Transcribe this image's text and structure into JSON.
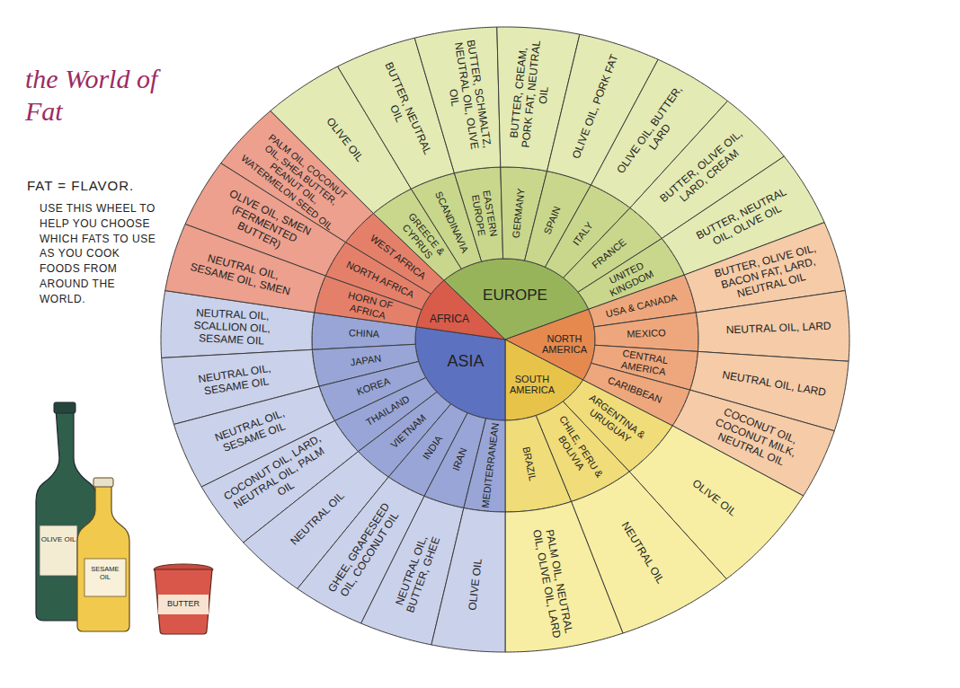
{
  "diagram": {
    "title": "the World of Fat",
    "nodes": [
      {
        "text": [
          "EUROPE"
        ]
      },
      {
        "text": [
          "GREECE & CYPRUS"
        ]
      },
      {
        "text": [
          "OLIVE OIL"
        ]
      },
      {
        "text": [
          "SCANDINAVIA"
        ]
      },
      {
        "text": [
          "BUTTER, NEUTRAL OIL"
        ]
      },
      {
        "text": [
          "EASTERN EUROPE"
        ]
      },
      {
        "text": [
          "BUTTER, SCHMALTZ, NEUTRAL OIL, OLIVE OIL"
        ]
      },
      {
        "text": [
          "GERMANY"
        ]
      },
      {
        "text": [
          "BUTTER, CREAM, PORK FAT, NEUTRAL OIL"
        ]
      },
      {
        "text": [
          "SPAIN"
        ]
      },
      {
        "text": [
          "OLIVE OIL, PORK FAT"
        ]
      },
      {
        "text": [
          "ITALY"
        ]
      },
      {
        "text": [
          "OLIVE OIL, BUTTER, LARD"
        ]
      },
      {
        "text": [
          "FRANCE"
        ]
      },
      {
        "text": [
          "BUTTER, OLIVE OIL, LARD, CREAM"
        ]
      },
      {
        "text": [
          "UNITED KINGDOM"
        ]
      },
      {
        "text": [
          "BUTTER, NEUTRAL OIL, OLIVE OIL"
        ]
      },
      {
        "text": [
          "NORTH AMERICA"
        ]
      },
      {
        "text": [
          "USA & CANADA"
        ]
      },
      {
        "text": [
          "BUTTER, OLIVE OIL, BACON FAT, LARD, NEUTRAL OIL"
        ]
      },
      {
        "text": [
          "MEXICO"
        ]
      },
      {
        "text": [
          "NEUTRAL OIL, LARD"
        ]
      },
      {
        "text": [
          "CENTRAL AMERICA"
        ]
      },
      {
        "text": [
          "NEUTRAL OIL, LARD"
        ]
      },
      {
        "text": [
          "CARIBBEAN"
        ]
      },
      {
        "text": [
          "COCONUT OIL, COCONUT MILK, NEUTRAL OIL"
        ]
      },
      {
        "text": [
          "SOUTH AMERICA"
        ]
      },
      {
        "text": [
          "ARGENTINA & URUGUAY"
        ]
      },
      {
        "text": [
          "OLIVE OIL"
        ]
      },
      {
        "text": [
          "CHILE, PERU & BOLIVIA"
        ]
      },
      {
        "text": [
          "NEUTRAL OIL"
        ]
      },
      {
        "text": [
          "BRAZIL"
        ]
      },
      {
        "text": [
          "PALM OIL, NEUTRAL OIL, OLIVE OIL, LARD"
        ]
      },
      {
        "text": [
          "ASIA"
        ]
      },
      {
        "text": [
          "CHINA"
        ]
      },
      {
        "text": [
          "NEUTRAL OIL, SCALLION OIL, SESAME OIL"
        ]
      },
      {
        "text": [
          "JAPAN"
        ]
      },
      {
        "text": [
          "NEUTRAL OIL, SESAME OIL"
        ]
      },
      {
        "text": [
          "KOREA"
        ]
      },
      {
        "text": [
          "NEUTRAL OIL, SESAME OIL"
        ]
      },
      {
        "text": [
          "THAILAND"
        ]
      },
      {
        "text": [
          "COCONUT OIL, LARD, NEUTRAL OIL, PALM OIL"
        ]
      },
      {
        "text": [
          "VIETNAM"
        ]
      },
      {
        "text": [
          "NEUTRAL OIL"
        ]
      },
      {
        "text": [
          "INDIA"
        ]
      },
      {
        "text": [
          "GHEE, GRAPESEED OIL, COCONUT OIL"
        ]
      },
      {
        "text": [
          "IRAN"
        ]
      },
      {
        "text": [
          "NEUTRAL OIL, BUTTER, GHEE"
        ]
      },
      {
        "text": [
          "MEDITERRANEAN"
        ]
      },
      {
        "text": [
          "OLIVE OIL"
        ]
      },
      {
        "text": [
          "AFRICA"
        ]
      },
      {
        "text": [
          "WEST AFRICA"
        ]
      },
      {
        "text": [
          "PALM OIL, COCONUT OIL, SHEA BUTTER, PEANUT OIL, WATERMELON SEED OIL"
        ]
      },
      {
        "text": [
          "NORTH AFRICA"
        ]
      },
      {
        "text": [
          "OLIVE OIL, SMEN (FERMENTED BUTTER)"
        ]
      },
      {
        "text": [
          "HORN OF AFRICA"
        ]
      },
      {
        "text": [
          "NEUTRAL OIL, SESAME OIL, SMEN"
        ]
      }
    ],
    "labels": [
      "FAT = FLAVOR.",
      "USE THIS WHEEL TO HELP YOU CHOOSE WHICH FATS TO USE AS YOU COOK FOODS FROM AROUND THE WORLD.",
      "OLIVE OIL",
      "SESAME OIL",
      "BUTTER"
    ]
  }
}
